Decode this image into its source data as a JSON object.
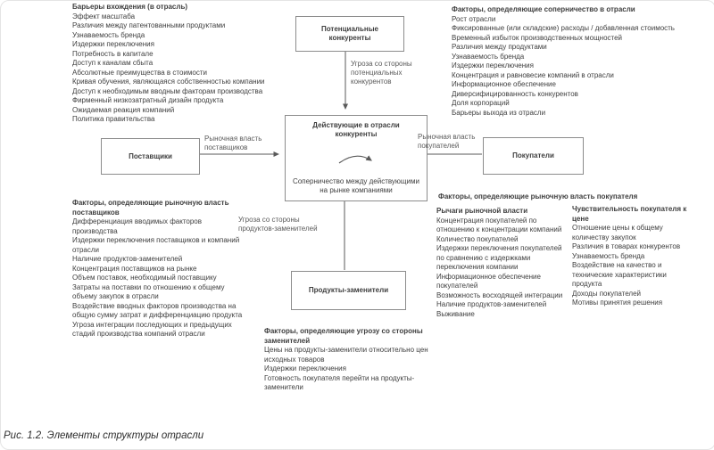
{
  "caption": {
    "label": "Рис. 1.2.",
    "text": "Элементы структуры отрасли"
  },
  "boxes": {
    "potential_competitors": "Потенциальные конкуренты",
    "suppliers": "Поставщики",
    "buyers": "Покупатели",
    "substitutes": "Продукты-заменители",
    "industry_competitors_title": "Действующие в отрасли конкуренты",
    "industry_competitors_sub": "Соперничество между действующими на рынке компаниями"
  },
  "arrow_labels": {
    "threat_new_entrants": "Угроза со стороны потенциальных конкурентов",
    "supplier_power": "Рыночная власть поставщиков",
    "buyer_power": "Рыночная власть покупателей",
    "threat_substitutes": "Угроза со стороны продуктов-заменителей"
  },
  "lists": {
    "entry_barriers": {
      "title": "Барьеры вхождения (в отрасль)",
      "items": [
        "Эффект масштаба",
        "Различия между патентованными продуктами",
        "Узнаваемость бренда",
        "Издержки переключения",
        "Потребность в капитале",
        "Доступ к каналам сбыта",
        "Абсолютные преимущества в стоимости",
        "Кривая обучения, являющаяся собственностью компании",
        "Доступ к необходимым вводным факторам производства",
        "Фирменный низкозатратный дизайн продукта",
        "Ожидаемая реакция компаний",
        "Политика правительства"
      ]
    },
    "rivalry_factors": {
      "title": "Факторы, определяющие соперничество в отрасли",
      "items": [
        "Рост отрасли",
        "Фиксированные (или складские) расходы / добавленная стоимость",
        "Временный избыток производственных мощностей",
        "Различия между продуктами",
        "Узнаваемость бренда",
        "Издержки переключения",
        "Концентрация и равновесие компаний в отрасли",
        "Информационное обеспечение",
        "Диверсифицированность конкурентов",
        "Доля корпораций",
        "Барьеры выхода из отрасли"
      ]
    },
    "supplier_power_factors": {
      "title": "Факторы, определяющие рыночную власть поставщиков",
      "items": [
        "Дифференциация вводимых факторов производства",
        "Издержки переключения поставщиков и компаний отрасли",
        "Наличие продуктов-заменителей",
        "Концентрация поставщиков на рынке",
        "Объем поставок, необходимый поставщику",
        "Затраты на поставки по отношению к общему объему закупок в отрасли",
        "Воздействие вводных факторов производства на общую сумму затрат и дифференциацию продукта",
        "Угроза интеграции последующих и предыдущих стадий производства компаний отрасли"
      ]
    },
    "substitute_factors": {
      "title": "Факторы, определяющие угрозу со стороны заменителей",
      "items": [
        "Цены на продукты-заменители относительно цен исходных товаров",
        "Издержки переключения",
        "Готовность покупателя перейти на продукты-заменители"
      ]
    },
    "buyer_power_factors": {
      "title": "Факторы, определяющие рыночную власть покупателя",
      "col1_title": "Рычаги рыночной власти",
      "col1_items": [
        "Концентрация покупателей по отношению к концентрации компаний",
        "Количество покупателей",
        "Издержки переключения покупателей по сравнению с издержками переключения компании",
        "Информационное обеспечение покупателей",
        "Возможность восходящей интеграции",
        "Наличие продуктов-заменителей",
        "Выживание"
      ],
      "col2_title": "Чувствительность покупателя к цене",
      "col2_items": [
        "Отношение цены к общему количеству закупок",
        "Различия в товарах конкурентов",
        "Узнаваемость бренда",
        "Воздействие на качество и технические характеристики продукта",
        "Доходы покупателей",
        "Мотивы принятия решения"
      ]
    }
  }
}
